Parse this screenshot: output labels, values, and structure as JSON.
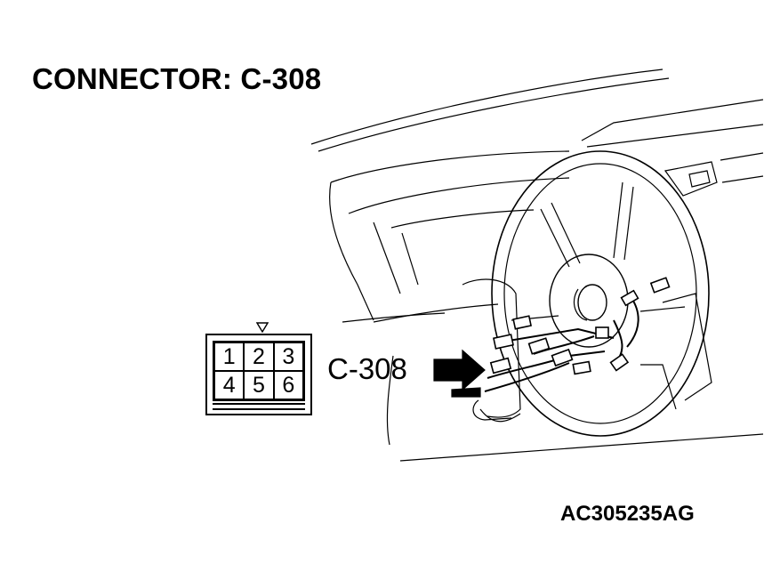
{
  "title": "CONNECTOR: C-308",
  "callout_label": "C-308",
  "figure_code": "AC305235AG",
  "connector": {
    "pins_top": [
      "1",
      "2",
      "3"
    ],
    "pins_bottom": [
      "4",
      "5",
      "6"
    ]
  }
}
